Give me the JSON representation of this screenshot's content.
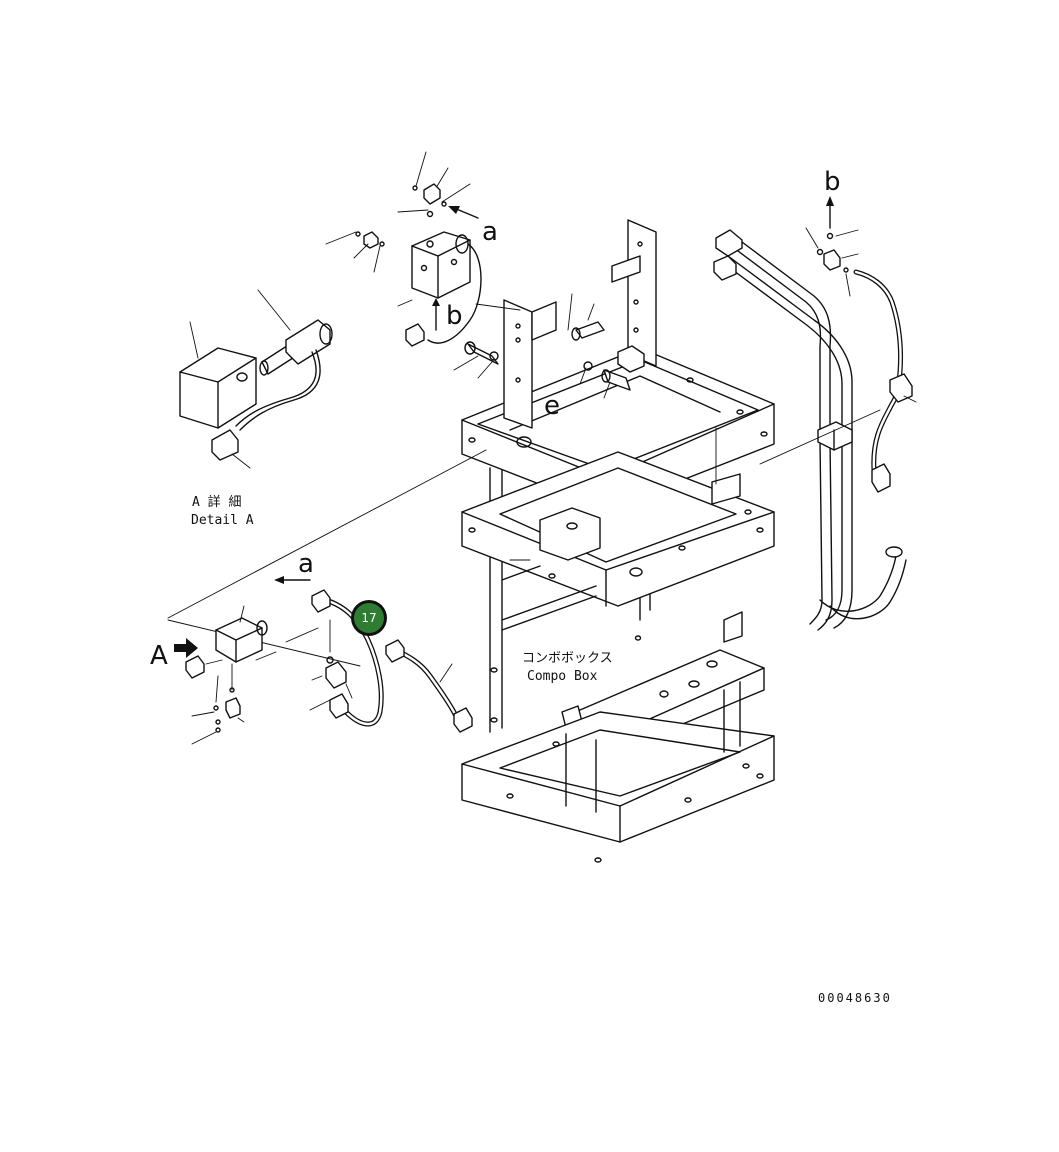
{
  "view_labels": {
    "a_top": "a",
    "b_top": "b",
    "b_right": "b",
    "a_left": "a",
    "A": "A",
    "e": "e"
  },
  "detail": {
    "jp": "A 詳 細",
    "en": "Detail A"
  },
  "component_box": {
    "jp": "コンボボックス",
    "en": "Compo Box"
  },
  "callout": {
    "number": "17",
    "color": "#2e7d32"
  },
  "drawing_number": "00048630"
}
